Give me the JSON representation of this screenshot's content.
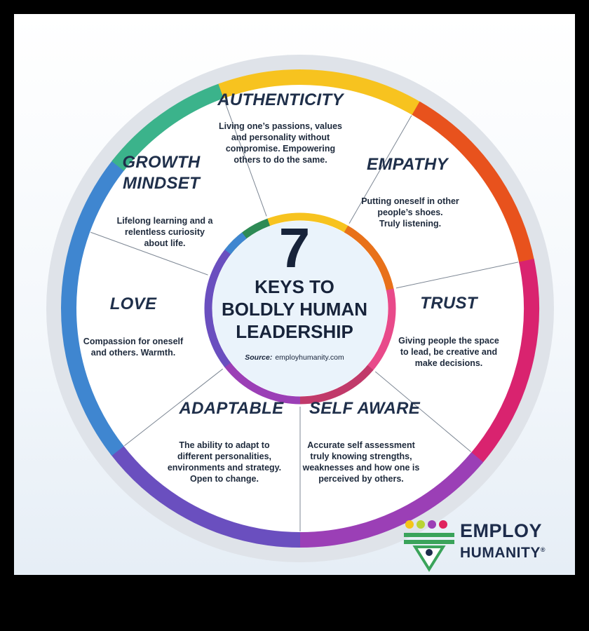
{
  "colors": {
    "authenticity": "#f7c31f",
    "empathy": "#e8711a",
    "trust": "#d9236f",
    "self_aware": "#9b3fb6",
    "adaptable": "#6a4fbf",
    "love": "#3f86d0",
    "growth_mindset": "#3bb38b",
    "growth_mindset_dark": "#2e8a55",
    "text": "#1f2f4a"
  },
  "center": {
    "number": "7",
    "title_lines": [
      "KEYS TO",
      "BOLDLY HUMAN",
      "LEADERSHIP"
    ],
    "source_label": "Source:",
    "source_value": "employhumanity.com"
  },
  "segments": {
    "authenticity": {
      "title": "AUTHENTICITY",
      "desc": [
        "Living one’s passions, values",
        "and personality without",
        "compromise. Empowering",
        "others to do the same."
      ]
    },
    "empathy": {
      "title": "EMPATHY",
      "desc": [
        "Putting oneself in other",
        "people’s shoes.",
        "Truly listening."
      ]
    },
    "trust": {
      "title": "TRUST",
      "desc": [
        "Giving people the space",
        "to lead, be creative and",
        "make decisions."
      ]
    },
    "self_aware": {
      "title": "SELF AWARE",
      "desc": [
        "Accurate self assessment",
        "truly knowing strengths,",
        "weaknesses and how one is",
        "perceived by others."
      ]
    },
    "adaptable": {
      "title": "ADAPTABLE",
      "desc": [
        "The ability to adapt to",
        "different personalities,",
        "environments and strategy.",
        "Open to change."
      ]
    },
    "love": {
      "title": "LOVE",
      "desc": [
        "Compassion for oneself",
        "and others. Warmth."
      ]
    },
    "growth_mindset": {
      "title_lines": [
        "GROWTH",
        "MINDSET"
      ],
      "desc": [
        "Lifelong learning and a",
        "relentless curiosity",
        "about life."
      ]
    }
  },
  "logo": {
    "line1": "EMPLOY",
    "line2": "HUMANITY",
    "registered": "®",
    "dot_colors": [
      "#f5c518",
      "#b9d434",
      "#9b3fb6",
      "#e0245e"
    ]
  }
}
